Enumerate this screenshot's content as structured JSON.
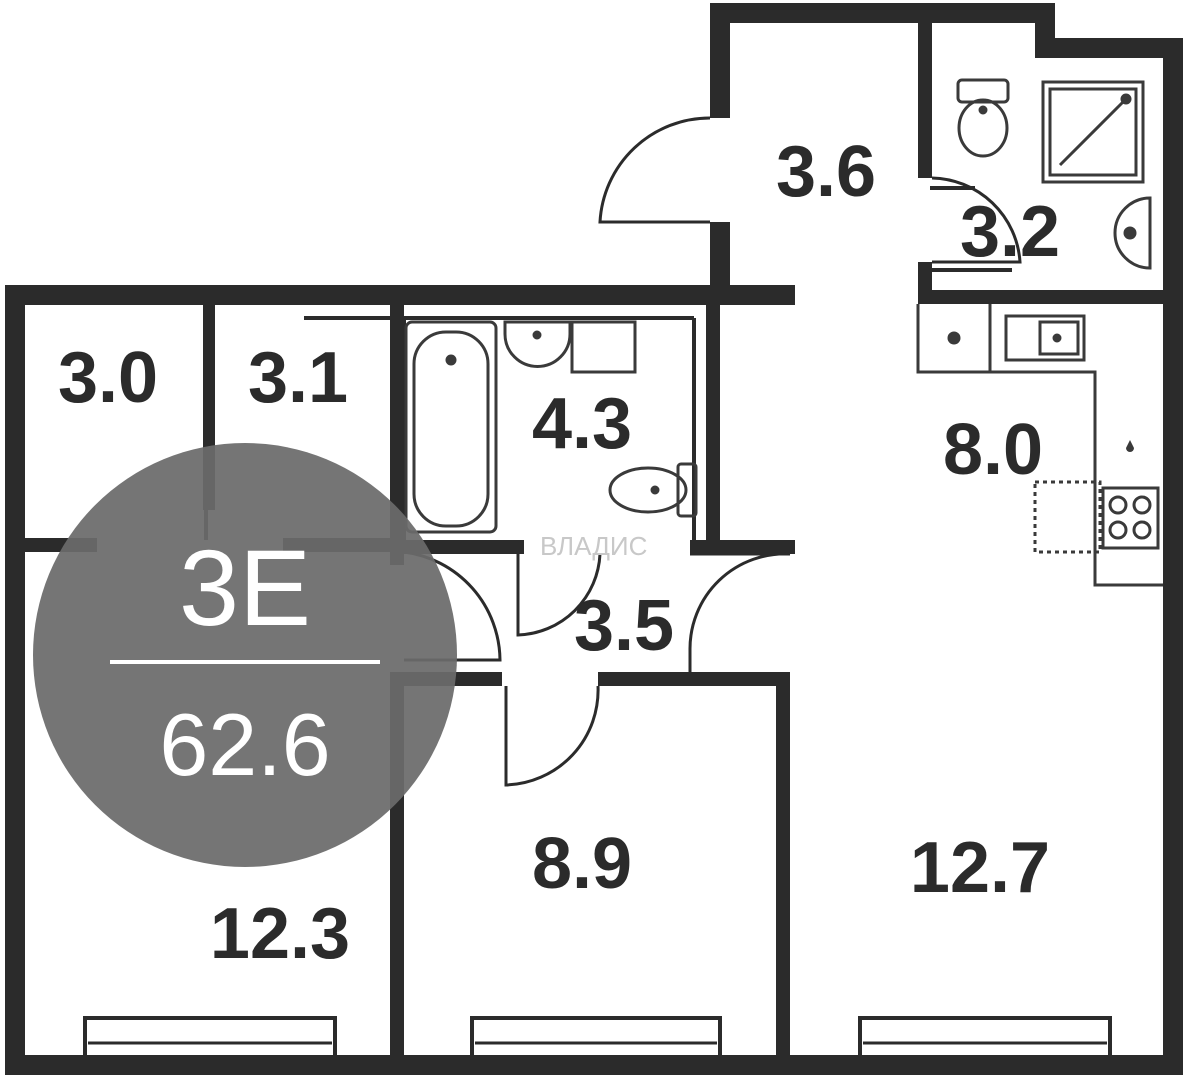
{
  "plan": {
    "rooms": [
      {
        "id": "storage-1",
        "area": "3.0"
      },
      {
        "id": "storage-2",
        "area": "3.1"
      },
      {
        "id": "bathroom",
        "area": "4.3"
      },
      {
        "id": "entrance-hall",
        "area": "3.6"
      },
      {
        "id": "shower-room",
        "area": "3.2"
      },
      {
        "id": "kitchen",
        "area": "8.0"
      },
      {
        "id": "corridor",
        "area": "3.5"
      },
      {
        "id": "bedroom",
        "area": "8.9"
      },
      {
        "id": "living-room",
        "area": "12.7"
      },
      {
        "id": "master-bedroom",
        "area": "12.3"
      }
    ],
    "badge": {
      "type": "3E",
      "total_area": "62.6",
      "color": "#6b6b6b"
    },
    "watermark": "ВЛАДИС",
    "colors": {
      "wall": "#2b2b2b",
      "fixture": "#3a3a3a",
      "background": "#ffffff"
    }
  }
}
